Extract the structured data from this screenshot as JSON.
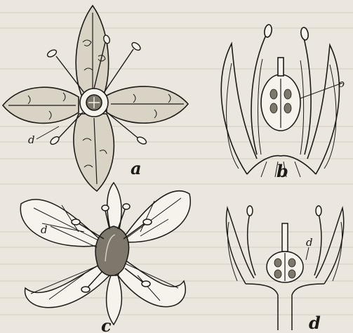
{
  "plate": {
    "colors": {
      "paper": "#ebe7de",
      "ink": "#1c1a17",
      "shade": "#7d776c",
      "light": "#f6f3ec"
    },
    "figures": [
      {
        "id": "a",
        "label": "a",
        "part_label": "d"
      },
      {
        "id": "b",
        "label": "b",
        "part_label": "o"
      },
      {
        "id": "c",
        "label": "c",
        "part_label": "d"
      },
      {
        "id": "d",
        "label": "d",
        "part_label": "d"
      }
    ]
  }
}
